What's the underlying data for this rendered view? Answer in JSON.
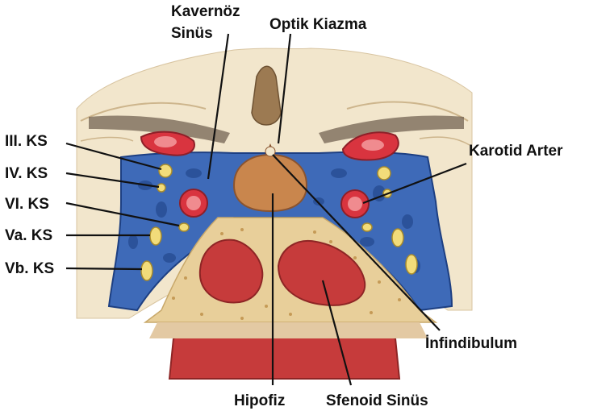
{
  "labels": {
    "kavernoz_sinus_line1": "Kavernöz",
    "kavernoz_sinus_line2": "Sinüs",
    "optik_kiazma": "Optik Kiazma",
    "karotid_arter": "Karotid Arter",
    "cn_iii": "III. KS",
    "cn_iv": "IV. KS",
    "cn_vi": "VI. KS",
    "cn_va": "Va. KS",
    "cn_vb": "Vb. KS",
    "infundibulum": "İnfindibulum",
    "hipofiz": "Hipofiz",
    "sfenoid_sinus": "Sfenoid Sinüs"
  },
  "colors": {
    "brain": "#f2e6cc",
    "dura": "#e3c9a3",
    "venous_sinus": "#3e6ab8",
    "venous_dark": "#1d3f82",
    "artery": "#d9343f",
    "artery_lumen": "#f08b8f",
    "nerve": "#f2dc7a",
    "pituitary": "#c9864d",
    "bone": "#e8cf9a",
    "sphenoid_mucosa": "#c63b3b",
    "leader_line": "#111111"
  }
}
